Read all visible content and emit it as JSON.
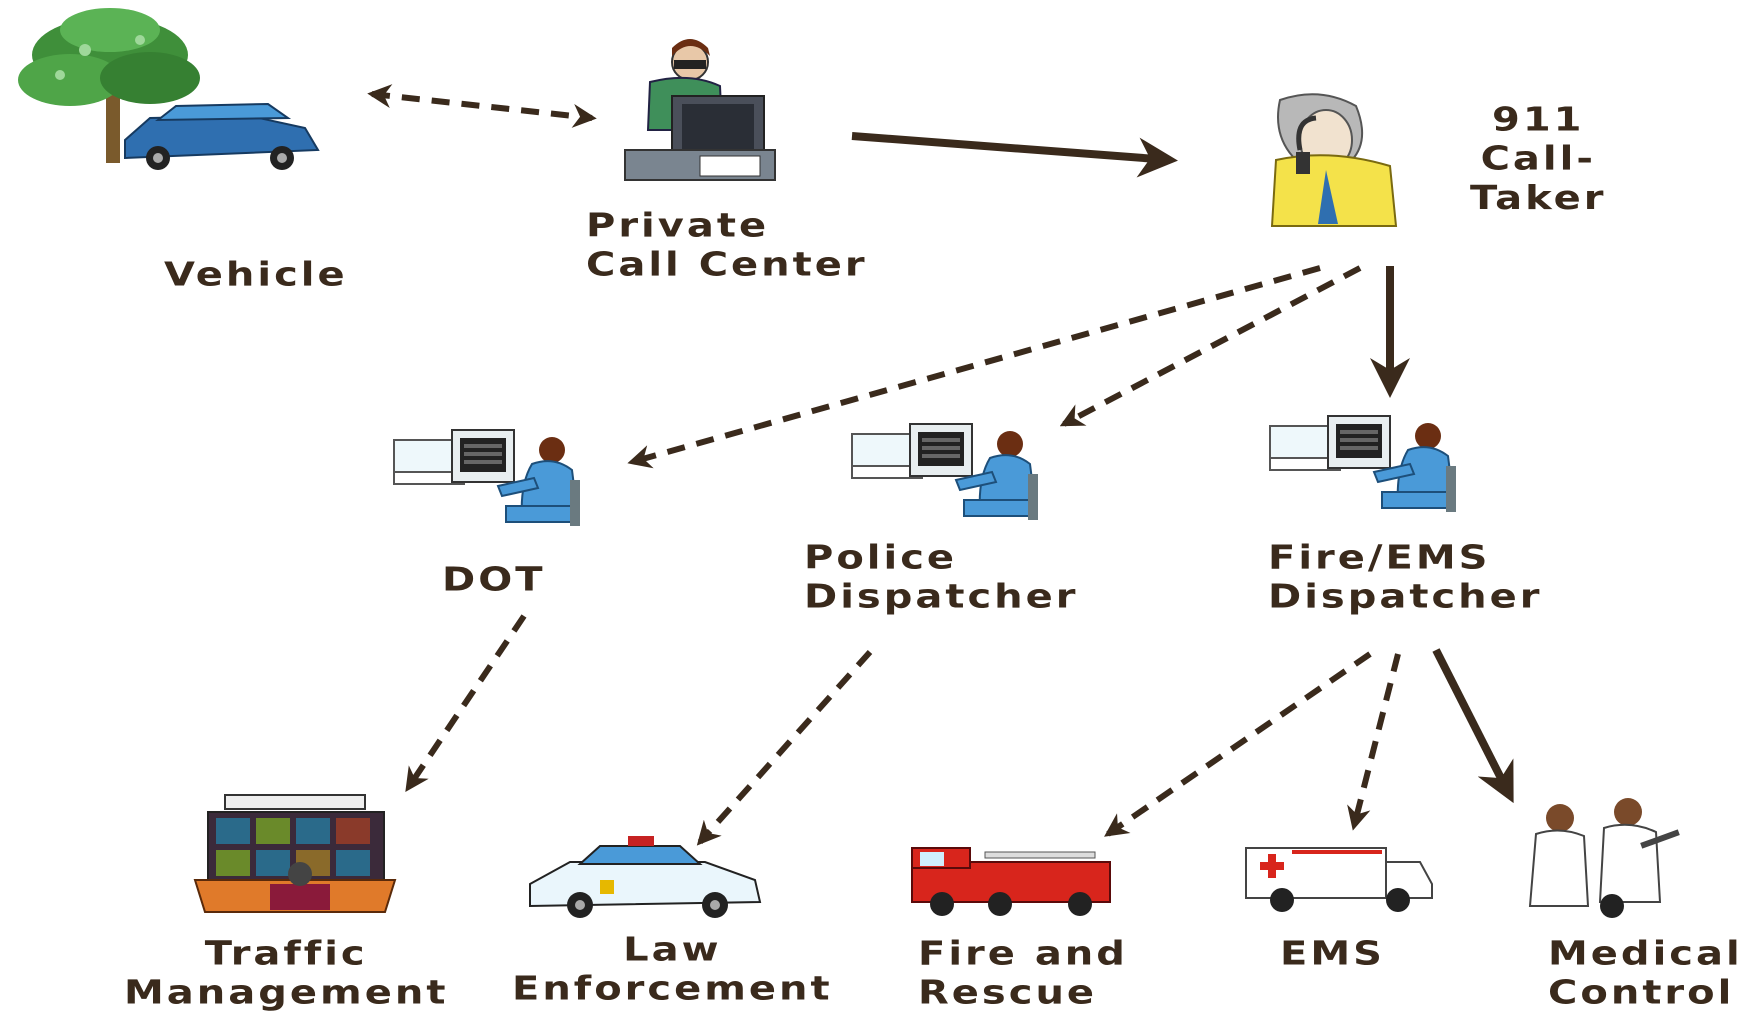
{
  "nodes": {
    "vehicle": {
      "lines": [
        "Vehicle"
      ],
      "icon": "tree-and-car-icon"
    },
    "private_call_center": {
      "lines": [
        "Private",
        "Call Center"
      ],
      "icon": "call-center-operator-icon"
    },
    "call_taker": {
      "lines": [
        "911",
        "Call-",
        "Taker"
      ],
      "icon": "phone-call-taker-icon"
    },
    "dot": {
      "lines": [
        "DOT"
      ],
      "icon": "dispatcher-workstation-icon"
    },
    "police_dispatcher": {
      "lines": [
        "Police",
        "Dispatcher"
      ],
      "icon": "dispatcher-workstation-icon"
    },
    "fire_ems_dispatcher": {
      "lines": [
        "Fire/EMS",
        "Dispatcher"
      ],
      "icon": "dispatcher-workstation-icon"
    },
    "traffic_management": {
      "lines": [
        "Traffic",
        "Management"
      ],
      "icon": "traffic-control-center-icon"
    },
    "law_enforcement": {
      "lines": [
        "Law",
        "Enforcement"
      ],
      "icon": "police-car-icon"
    },
    "fire_and_rescue": {
      "lines": [
        "Fire and",
        "Rescue"
      ],
      "icon": "fire-truck-icon"
    },
    "ems": {
      "lines": [
        "EMS"
      ],
      "icon": "ambulance-icon"
    },
    "medical_control": {
      "lines": [
        "Medical",
        "Control"
      ],
      "icon": "doctors-icon"
    }
  },
  "edges": [
    {
      "from": "vehicle",
      "to": "private_call_center",
      "style": "dashed",
      "direction": "both"
    },
    {
      "from": "private_call_center",
      "to": "call_taker",
      "style": "solid"
    },
    {
      "from": "call_taker",
      "to": "dot",
      "style": "dashed"
    },
    {
      "from": "call_taker",
      "to": "police_dispatcher",
      "style": "dashed"
    },
    {
      "from": "call_taker",
      "to": "fire_ems_dispatcher",
      "style": "solid"
    },
    {
      "from": "dot",
      "to": "traffic_management",
      "style": "dashed"
    },
    {
      "from": "police_dispatcher",
      "to": "law_enforcement",
      "style": "dashed"
    },
    {
      "from": "fire_ems_dispatcher",
      "to": "fire_and_rescue",
      "style": "dashed"
    },
    {
      "from": "fire_ems_dispatcher",
      "to": "ems",
      "style": "dashed"
    },
    {
      "from": "fire_ems_dispatcher",
      "to": "medical_control",
      "style": "solid"
    }
  ],
  "colors": {
    "ink": "#3a2a1c",
    "arrow": "#3a2a1c",
    "uniform": "#4a9ad8",
    "tree": "#3f8f3a",
    "fire_red": "#d8251c"
  }
}
